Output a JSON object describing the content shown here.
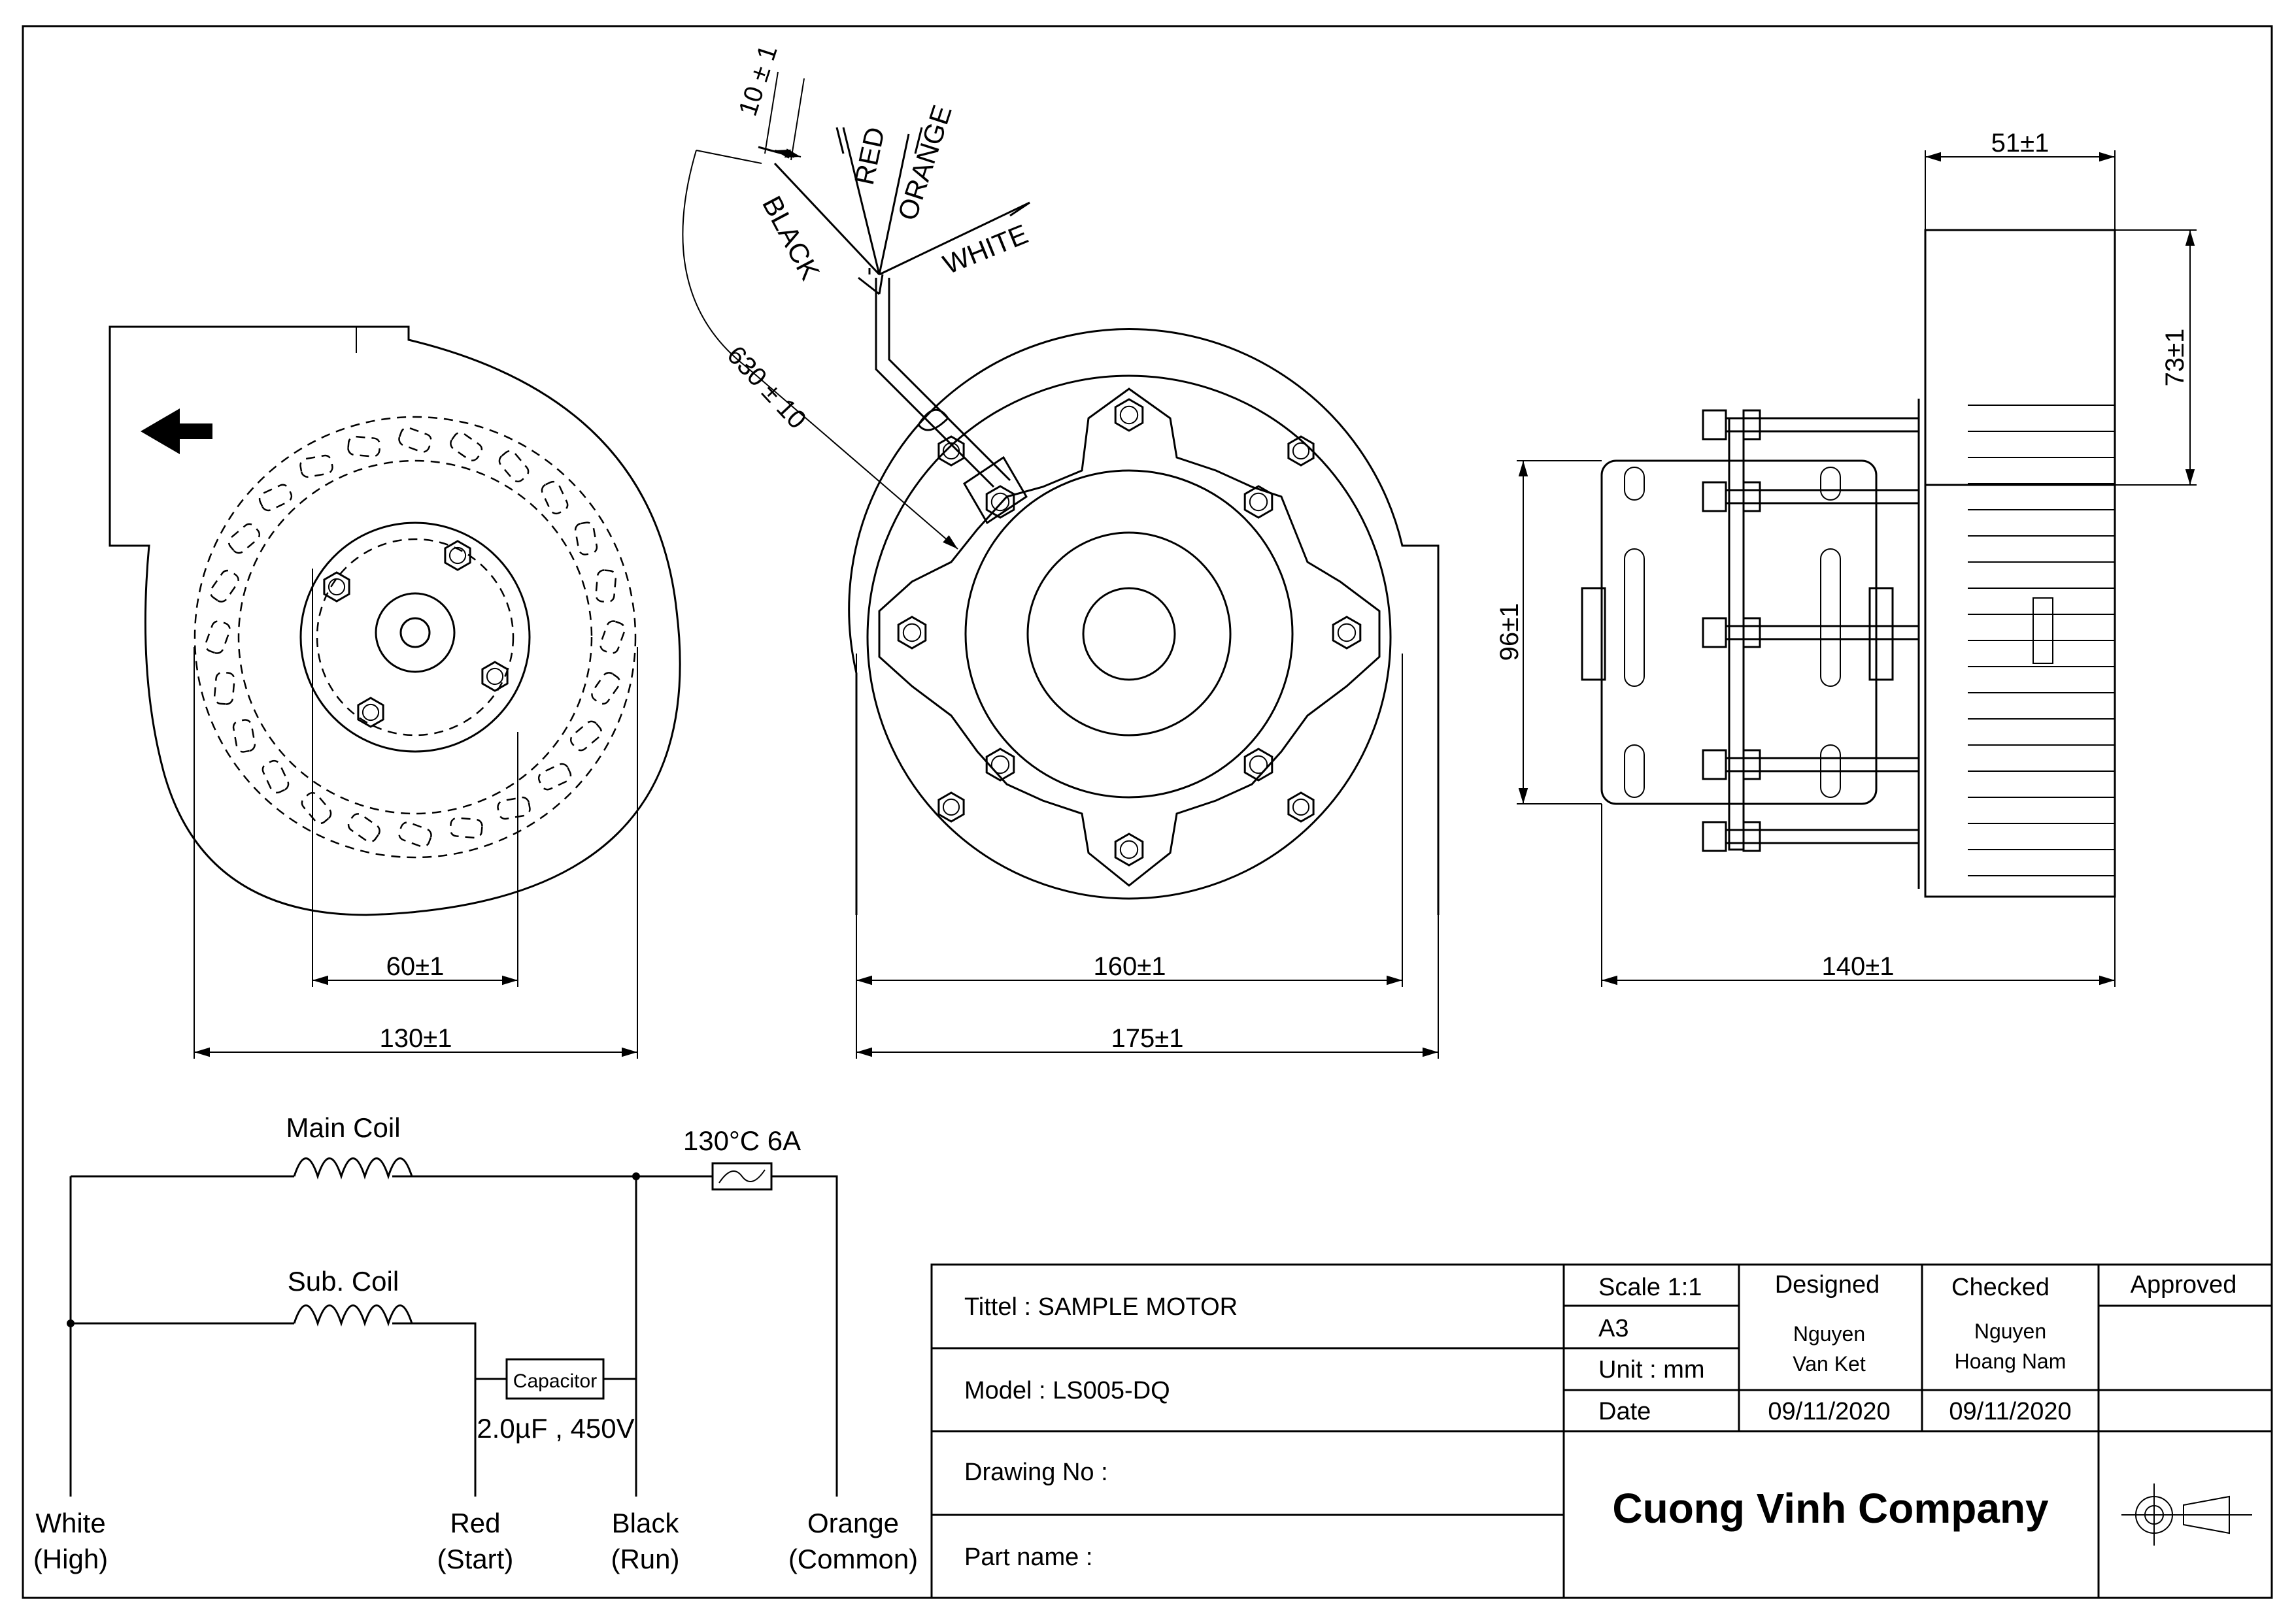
{
  "dimensions": {
    "d60": "60±1",
    "d130": "130±1",
    "d160": "160±1",
    "d175": "175±1",
    "d140": "140±1",
    "d51": "51±1",
    "d73": "73±1",
    "d96": "96±1",
    "d10": "10 ± 1",
    "d630": "630 ± 10"
  },
  "wires": {
    "black": "BLACK",
    "red": "RED",
    "orange": "ORANGE",
    "white": "WHITE"
  },
  "schematic": {
    "main_coil": "Main Coil",
    "sub_coil": "Sub. Coil",
    "fuse": "130°C 6A",
    "capacitor": "Capacitor",
    "capacitor_value": "2.0µF , 450V",
    "terminals": [
      {
        "line1": "White",
        "line2": "(High)"
      },
      {
        "line1": "Red",
        "line2": "(Start)"
      },
      {
        "line1": "Black",
        "line2": "(Run)"
      },
      {
        "line1": "Orange",
        "line2": "(Common)"
      }
    ]
  },
  "title_block": {
    "title": "Tittel : SAMPLE MOTOR",
    "model": "Model : LS005-DQ",
    "drawing_no": "Drawing No :",
    "part_name": "Part name :",
    "scale": "Scale 1:1",
    "paper": "A3",
    "unit": "Unit : mm",
    "date_label": "Date",
    "designed_label": "Designed",
    "checked_label": "Checked",
    "approved_label": "Approved",
    "designer_1": "Nguyen",
    "designer_2": "Van Ket",
    "checker_1": "Nguyen",
    "checker_2": "Hoang Nam",
    "designed_date": "09/11/2020",
    "checked_date": "09/11/2020",
    "company": "Cuong Vinh Company"
  }
}
